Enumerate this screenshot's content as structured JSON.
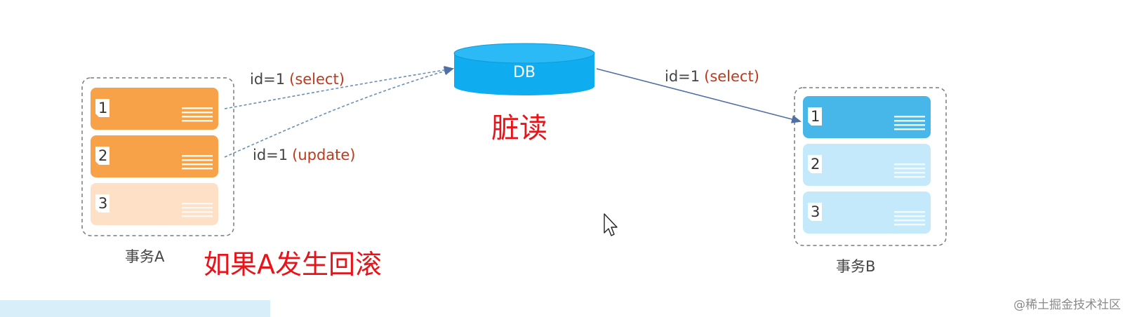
{
  "db": {
    "label": "DB"
  },
  "headline": "脏读",
  "note": "如果A发生回滚",
  "watermark": "@稀土掘金技术社区",
  "transaction_a": {
    "name": "事务A",
    "rows": [
      {
        "number": "1",
        "style": "active"
      },
      {
        "number": "2",
        "style": "active"
      },
      {
        "number": "3",
        "style": "faded"
      }
    ]
  },
  "transaction_b": {
    "name": "事务B",
    "rows": [
      {
        "number": "1",
        "style": "active"
      },
      {
        "number": "2",
        "style": "faded"
      },
      {
        "number": "3",
        "style": "faded"
      }
    ]
  },
  "arrows": [
    {
      "from": "A-row-1",
      "to": "DB",
      "label_prefix": "id=1",
      "label_op": "(select)"
    },
    {
      "from": "A-row-2",
      "to": "DB",
      "label_prefix": "id=1",
      "label_op": "(update)"
    },
    {
      "from": "DB",
      "to": "B-row-1",
      "label_prefix": "id=1",
      "label_op": "(select)"
    }
  ],
  "colors": {
    "orange_active": "#f7a249",
    "orange_faded": "#fde0c6",
    "blue_active": "#47b7ea",
    "blue_faded": "#c4e9fb",
    "db_fill": "#10acf0",
    "db_top": "#2bbaf5",
    "arrow_dashed": "#6b8fb3",
    "arrow_solid": "#4f6fa6",
    "accent_red": "#e8141a"
  }
}
